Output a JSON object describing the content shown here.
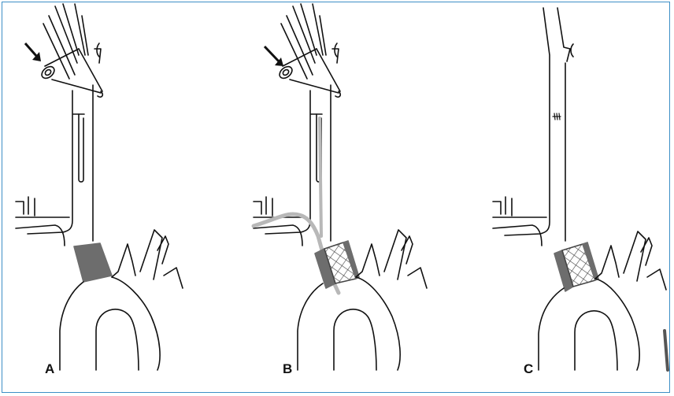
{
  "panels": [
    {
      "label": "A"
    },
    {
      "label": "B"
    },
    {
      "label": "C"
    }
  ],
  "colors": {
    "frame": "#3d8fc6",
    "outline": "#111111",
    "dark_fill": "#6d6d6d",
    "light_graft": "#b8b8b8",
    "mesh": "#444444"
  }
}
